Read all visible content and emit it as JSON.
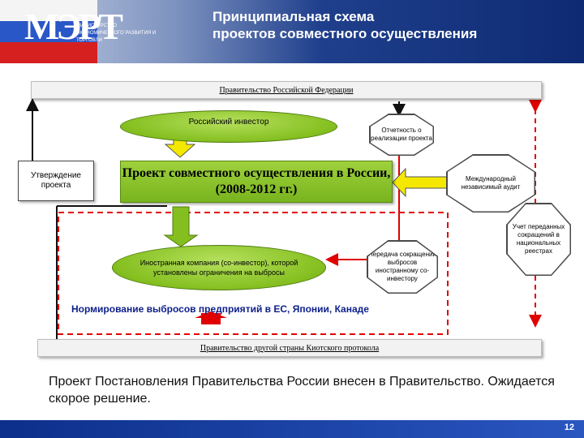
{
  "header": {
    "logo_text": "МЭРТ",
    "ministry_text": "Министерство экономического развития и торговли",
    "title_line1": "Принципиальная схема",
    "title_line2": "проектов совместного осуществления"
  },
  "diagram": {
    "gov_rf": "Правительство Российской Федерации",
    "russian_investor": "Российский инвестор",
    "reporting": "Отчетность о реализации проекта",
    "approval": "Утверждение проекта",
    "project": "Проект совместного осуществления в России, (2008-2012 гг.)",
    "audit": "Международный независимый аудит",
    "registry": "Учет переданных сокращений в национальных реестрах",
    "foreign_company": "Иностранная компания (со-инвестор), которой установлены ограничения на выбросы",
    "transfer": "Передача сокращений выбросов иностранному со-инвестору",
    "regulation": "Нормирование выбросов предприятий в ЕС, Японии, Канаде",
    "gov_other": "Правительство другой страны Киотского протокола"
  },
  "footer": {
    "text": "Проект Постановления Правительства России внесен в Правительство. Ожидается скорое решение.",
    "page_number": "12"
  },
  "colors": {
    "green": "#84bf1f",
    "yellow_arrow": "#f5e800",
    "red": "#e00000",
    "header_blue": "#0e2a73"
  }
}
